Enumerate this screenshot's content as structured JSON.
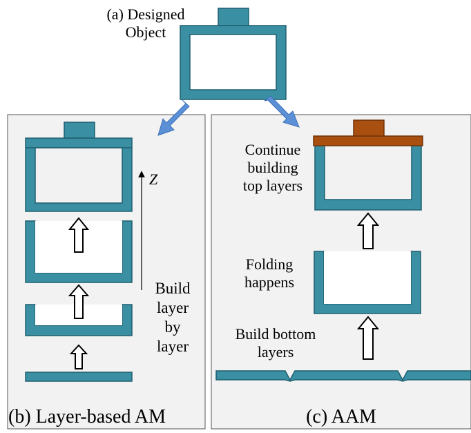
{
  "colors": {
    "teal_fill": "#3b8fa3",
    "teal_stroke": "#1e5f70",
    "panel_fill": "#f2f2f2",
    "panel_stroke": "#555555",
    "arrow_blue": "#5b8fd6",
    "top_layer_fill": "#a94f10",
    "top_layer_stroke": "#6e3208"
  },
  "top": {
    "label_line1": "(a) Designed",
    "label_line2": "Object"
  },
  "left_panel": {
    "caption": "(b) Layer-based AM",
    "axis_label": "Z",
    "side_label_1": "Build",
    "side_label_2": "layer",
    "side_label_3": "by",
    "side_label_4": "layer"
  },
  "right_panel": {
    "caption": "(c) AAM",
    "top_label_1": "Continue",
    "top_label_2": "building",
    "top_label_3": "top layers",
    "mid_label_1": "Folding",
    "mid_label_2": "happens",
    "bottom_label_1": "Build bottom",
    "bottom_label_2": "layers"
  },
  "icons": [
    "down-arrow",
    "up-outline-arrow",
    "z-axis-arrow"
  ]
}
